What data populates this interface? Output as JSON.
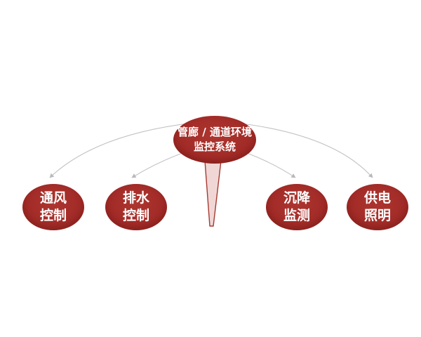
{
  "diagram": {
    "center": {
      "id": "monitoring-system",
      "line1": "管廊 / 通道环境",
      "line2": "监控系统"
    },
    "nodes": [
      {
        "id": "ventilation-control",
        "line1": "通风",
        "line2": "控制"
      },
      {
        "id": "drainage-control",
        "line1": "排水",
        "line2": "控制"
      },
      {
        "id": "settlement-monitoring",
        "line1": "沉降",
        "line2": "监测"
      },
      {
        "id": "power-lighting",
        "line1": "供电",
        "line2": "照明"
      }
    ],
    "edges": [
      {
        "from": "monitoring-system",
        "to": "ventilation-control"
      },
      {
        "from": "monitoring-system",
        "to": "drainage-control"
      },
      {
        "from": "monitoring-system",
        "to": "settlement-monitoring"
      },
      {
        "from": "monitoring-system",
        "to": "power-lighting"
      }
    ],
    "colors": {
      "node_fill": "#a32c28",
      "node_text": "#ffffff",
      "connector": "#c1c1c1",
      "arrowhead": "#b9b9b9",
      "tail_fill": "#f0d7d5",
      "tail_stroke": "#a53a32",
      "background": "#ffffff"
    }
  }
}
